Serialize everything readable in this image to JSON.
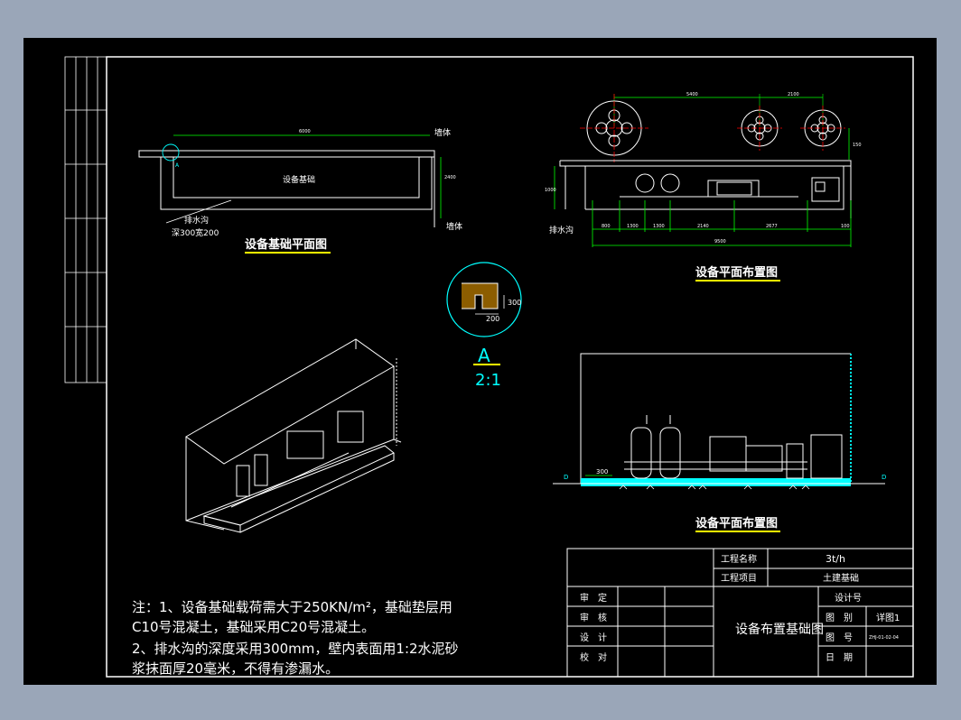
{
  "colors": {
    "background": "#000000",
    "frame": "#ffffff",
    "dimension": "#00ff00",
    "detail": "#00ffff",
    "centerline": "#ff0000",
    "highlight": "#ffff00",
    "paper": "#9aa6b8"
  },
  "plan_foundation": {
    "title": "设备基础平面图",
    "dim_top": "6000",
    "dim_side": "2400",
    "label_wall_top": "墙体",
    "label_wall_bottom": "墙体",
    "label_center": "设备基础",
    "drain_label_1": "排水沟",
    "drain_label_2": "深300宽200",
    "marker": "A"
  },
  "plan_layout": {
    "title": "设备平面布置图",
    "dim_top_left": "5400",
    "dim_top_right": "2100",
    "dim_right": "150",
    "dim_left": "1000",
    "dims_bottom": [
      "800",
      "1300",
      "1300",
      "2140",
      "2677",
      "100"
    ],
    "dim_total": "9500",
    "drain_label": "排水沟"
  },
  "detail_a": {
    "dim_v": "300",
    "dim_h": "200",
    "label": "A",
    "scale": "2:1"
  },
  "elevation": {
    "title": "设备平面布置图",
    "dim_left": "300",
    "end_left": "D",
    "end_right": "D"
  },
  "notes": {
    "line1": "注：1、设备基础载荷需大于250KN/m²，基础垫层用",
    "line2": "C10号混凝土，基础采用C20号混凝土。",
    "line3": "2、排水沟的深度采用300mm，壁内表面用1:2水泥砂",
    "line4": "浆抹面厚20毫米，不得有渗漏水。"
  },
  "title_block": {
    "project_name_label": "工程名称",
    "project_name_value": "3t/h",
    "project_item_label": "工程项目",
    "project_item_value": "土建基础",
    "review": "审　定",
    "check": "审　核",
    "design": "设　计",
    "proof": "校　对",
    "drawing_title": "设备布置基础图",
    "design_no_label": "设计号",
    "category_label": "图　别",
    "category_value": "详图1",
    "number_label": "图　号",
    "number_value": "ZHJ-01-02-04",
    "date_label": "日　期"
  }
}
